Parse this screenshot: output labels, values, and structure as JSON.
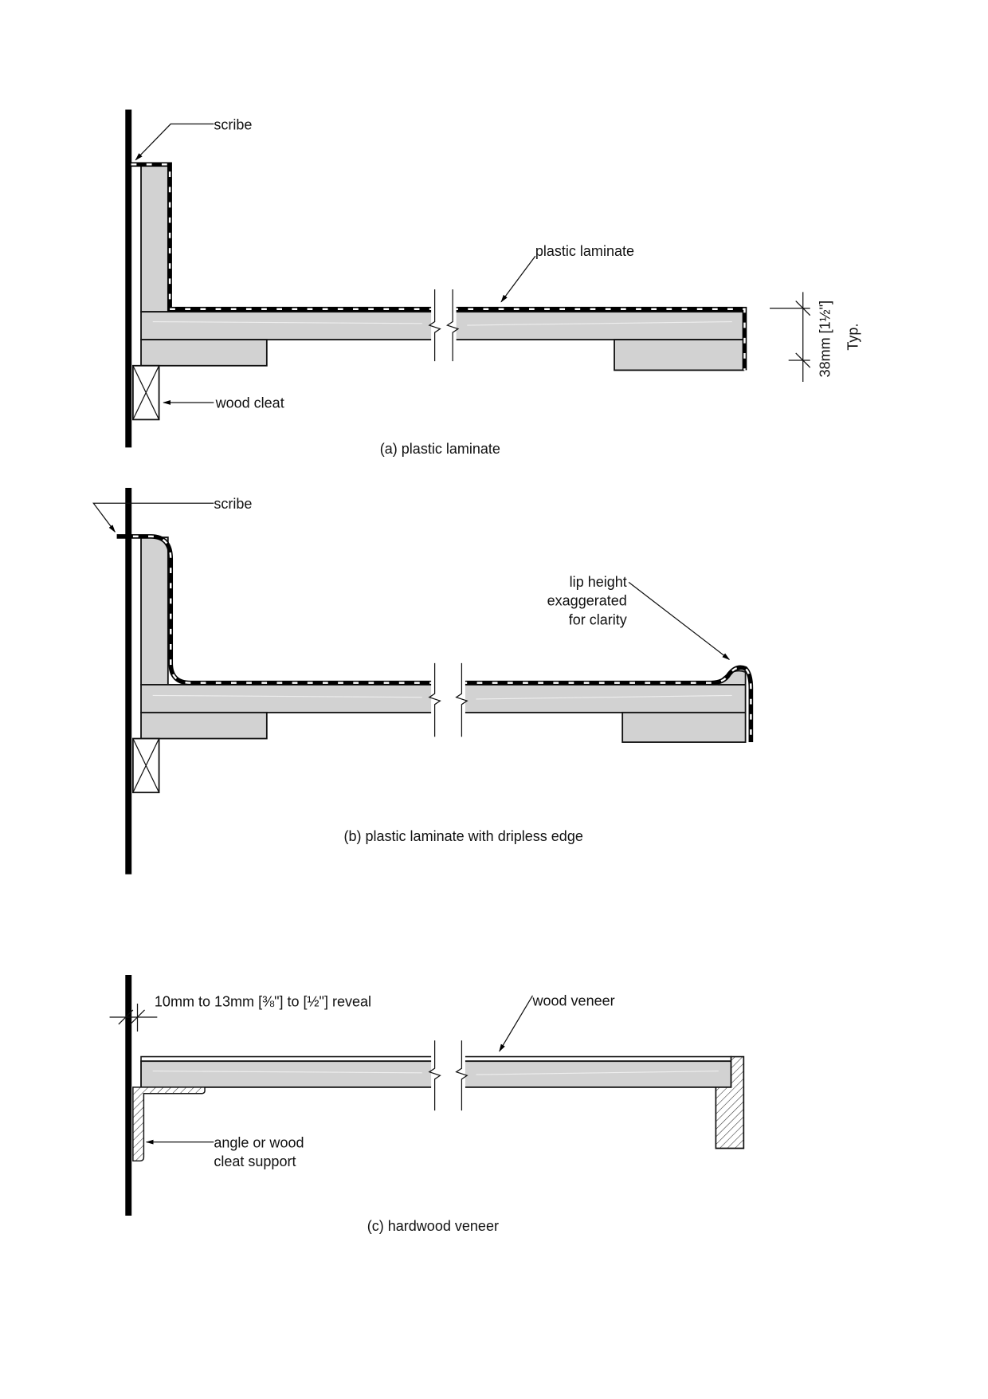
{
  "section_a": {
    "caption": "(a) plastic laminate",
    "labels": {
      "scribe": "scribe",
      "plastic_laminate": "plastic laminate",
      "wood_cleat": "wood cleat",
      "dimension": "38mm [1½\"]",
      "typ": "Typ."
    }
  },
  "section_b": {
    "caption": "(b) plastic laminate with dripless edge",
    "labels": {
      "scribe": "scribe",
      "lip_note": [
        "lip height",
        "exaggerated",
        "for clarity"
      ]
    }
  },
  "section_c": {
    "caption": "(c) hardwood veneer",
    "labels": {
      "reveal": "10mm to 13mm [⅜\"] to [½\"] reveal",
      "wood_veneer": "wood veneer",
      "support": [
        "angle or wood",
        "cleat support"
      ]
    }
  }
}
